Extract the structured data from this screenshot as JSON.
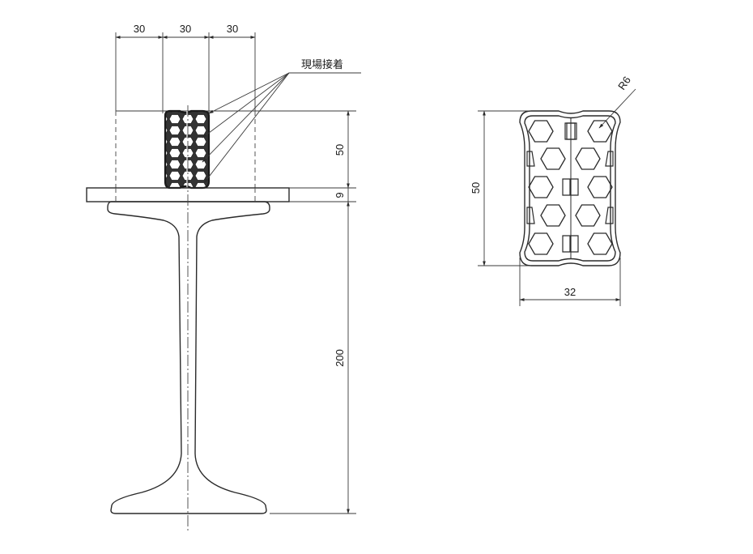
{
  "left_view": {
    "dim_top": [
      "30",
      "30",
      "30"
    ],
    "dim_right": [
      "50",
      "9",
      "200"
    ],
    "leader_label": "現場接着"
  },
  "right_view": {
    "dim_height": "50",
    "dim_width": "32",
    "radius_label": "R6"
  }
}
